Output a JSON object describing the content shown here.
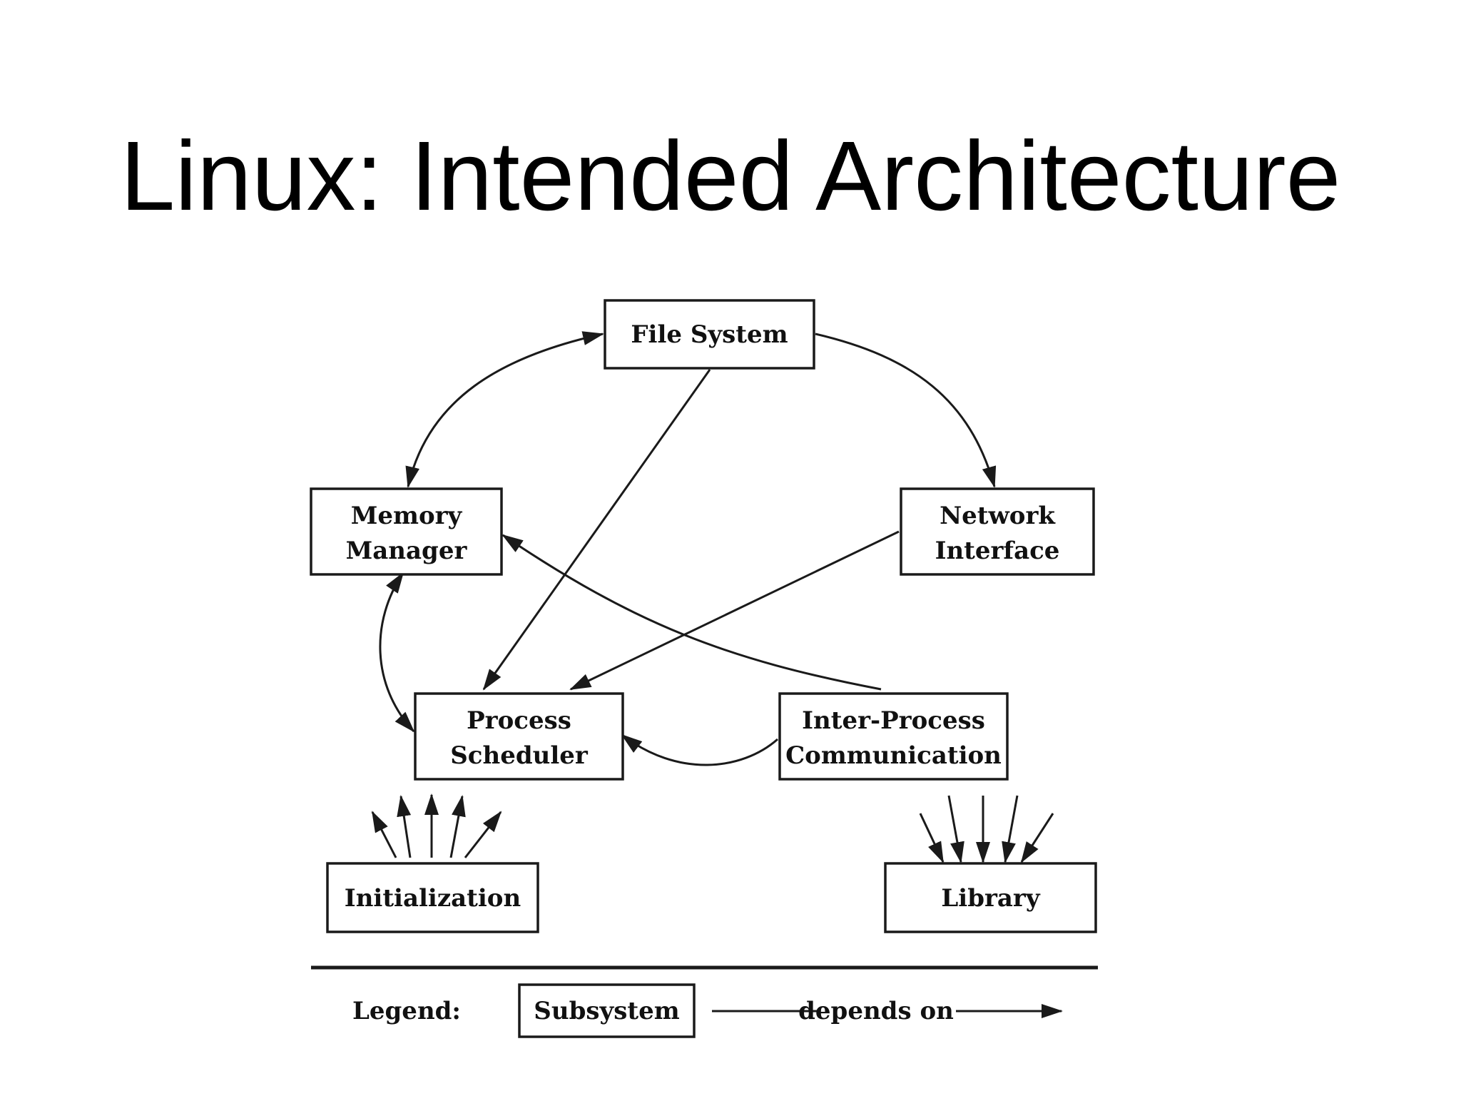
{
  "slide": {
    "title": "Linux: Intended Architecture"
  },
  "subsystems": {
    "file_system": "File System",
    "memory_manager": [
      "Memory",
      "Manager"
    ],
    "network_interface": [
      "Network",
      "Interface"
    ],
    "process_scheduler": [
      "Process",
      "Scheduler"
    ],
    "ipc": [
      "Inter-Process",
      "Communication"
    ],
    "initialization": "Initialization",
    "library": "Library"
  },
  "legend": {
    "label": "Legend:",
    "subsystem": "Subsystem",
    "depends_on": "depends on"
  },
  "dependencies": [
    {
      "from": "File System",
      "to": "Memory Manager",
      "bidirectional": true
    },
    {
      "from": "File System",
      "to": "Network Interface",
      "bidirectional": false
    },
    {
      "from": "File System",
      "to": "Process Scheduler",
      "bidirectional": false
    },
    {
      "from": "Network Interface",
      "to": "Process Scheduler",
      "bidirectional": false
    },
    {
      "from": "Inter-Process Communication",
      "to": "Memory Manager",
      "bidirectional": false
    },
    {
      "from": "Inter-Process Communication",
      "to": "Process Scheduler",
      "bidirectional": false
    },
    {
      "from": "Memory Manager",
      "to": "Process Scheduler",
      "bidirectional": true
    },
    {
      "from": "Initialization",
      "to": "(other subsystems)",
      "bidirectional": false
    },
    {
      "from": "(other subsystems)",
      "to": "Library",
      "bidirectional": false
    }
  ],
  "colors": {
    "background": "#ffffff",
    "ink": "#1a1a1a"
  }
}
